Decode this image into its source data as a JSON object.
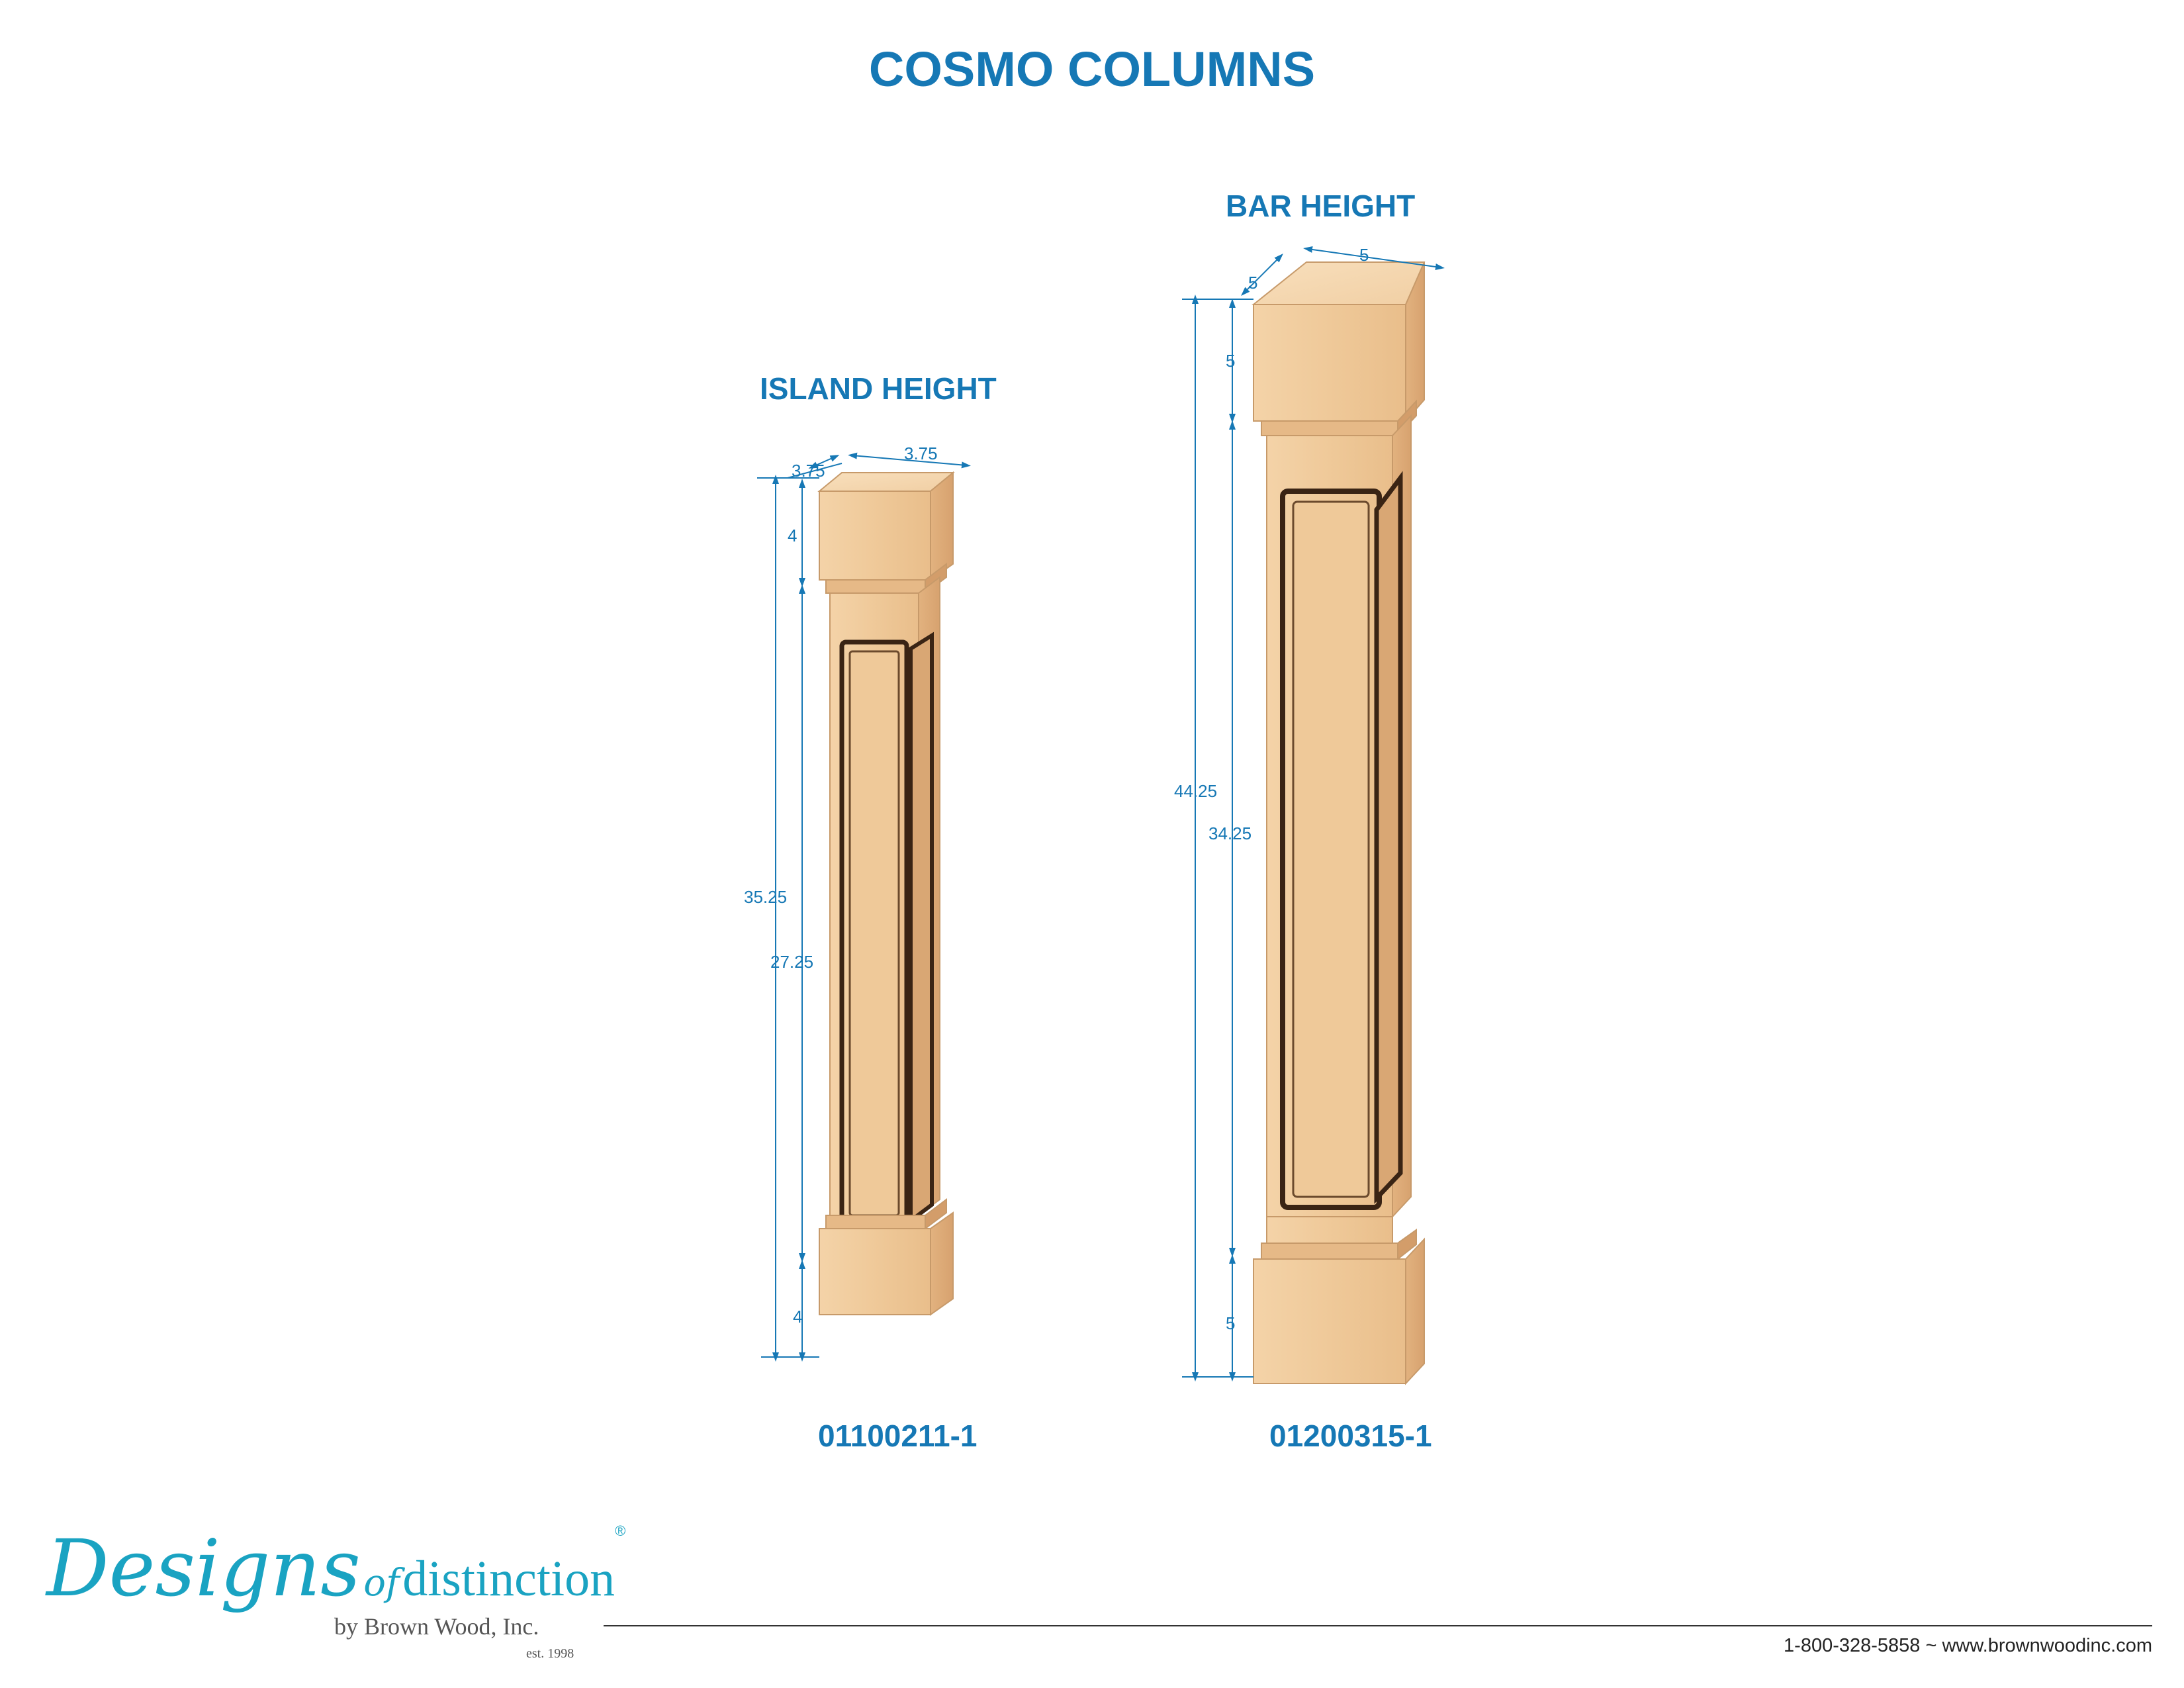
{
  "title": "COSMO COLUMNS",
  "columns": [
    {
      "heading": "ISLAND HEIGHT",
      "part_number": "01100211-1",
      "dimensions": {
        "width_left": "3.75",
        "width_right": "3.75",
        "top_block": "4",
        "overall_height": "35.25",
        "shaft_height": "27.25",
        "bottom_block": "4"
      }
    },
    {
      "heading": "BAR HEIGHT",
      "part_number": "01200315-1",
      "dimensions": {
        "width_left": "5",
        "width_right": "5",
        "top_block": "5",
        "overall_height": "44.25",
        "shaft_height": "34.25",
        "bottom_block": "5"
      }
    }
  ],
  "colors": {
    "accent": "#1678b5",
    "wood_light": "#f1cfa4",
    "wood_mid": "#e8bf8f",
    "wood_dark": "#d4a06e",
    "groove": "#3a2414",
    "logo": "#1aa3c2"
  },
  "footer": {
    "logo_script": "Designs",
    "logo_of": "of",
    "logo_word": "distinction",
    "logo_reg": "®",
    "byline": "by Brown Wood, Inc.",
    "est": "est. 1998",
    "contact": "1-800-328-5858 ~ www.brownwoodinc.com"
  }
}
